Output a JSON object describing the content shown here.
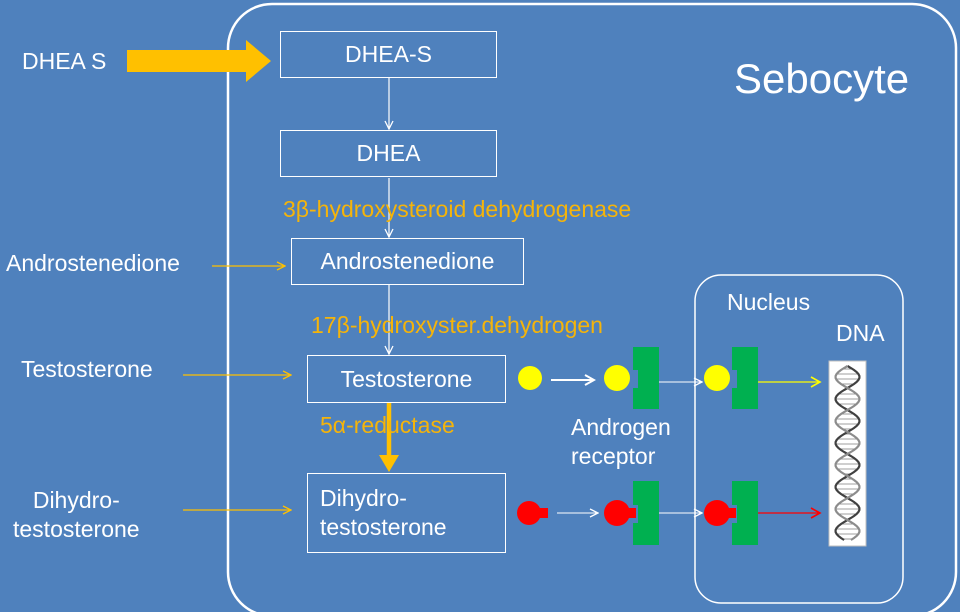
{
  "cell_label": "Sebocyte",
  "nucleus_label": "Nucleus",
  "dna_label": "DNA",
  "receptor_label": "Androgen\nreceptor",
  "outside": {
    "dheas": "DHEA S",
    "androstenedione": "Androstenedione",
    "testosterone": "Testosterone",
    "dht": "Dihydro-\ntestosterone"
  },
  "boxes": {
    "dheas": "DHEA-S",
    "dhea": "DHEA",
    "androstenedione": "Androstenedione",
    "testosterone": "Testosterone",
    "dht": "Dihydro-\ntestosterone"
  },
  "enzymes": {
    "hsd3b": "3β-hydroxysteroid dehydrogenase",
    "hsd17b": "17β-hydroxyster.dehydrogen",
    "reductase": "5α-reductase"
  },
  "colors": {
    "background": "#4f81bd",
    "outline": "#ffffff",
    "enzyme_text": "#f5b40a",
    "arrow_yellow": "#ffc000",
    "testosterone_ligand": "#ffff00",
    "dht_ligand": "#ff0000",
    "receptor": "#00b050"
  }
}
